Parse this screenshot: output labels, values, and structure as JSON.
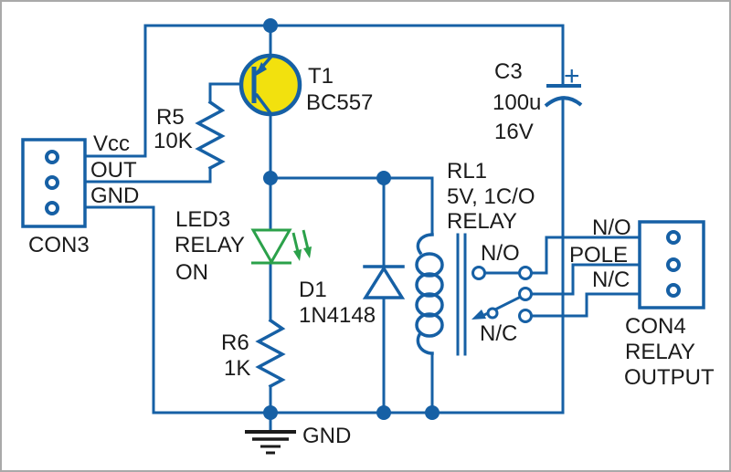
{
  "colors": {
    "wire": "#1660a5",
    "component_fill_yellow": "#f2e10e",
    "led_green": "#2ba14a",
    "text": "#1b1b1b",
    "background": "#ffffff",
    "border": "#a9a9a9"
  },
  "schematic": {
    "con3": {
      "label": "CON3",
      "pins": [
        "Vcc",
        "OUT",
        "GND"
      ]
    },
    "r5": {
      "ref": "R5",
      "value": "10K"
    },
    "t1": {
      "ref": "T1",
      "value": "BC557"
    },
    "led3": {
      "ref": "LED3",
      "caption1": "RELAY",
      "caption2": "ON"
    },
    "r6": {
      "ref": "R6",
      "value": "1K"
    },
    "d1": {
      "ref": "D1",
      "value": "1N4148"
    },
    "c3": {
      "ref": "C3",
      "value": "100u",
      "rating": "16V",
      "polarity": "+"
    },
    "rl1": {
      "ref": "RL1",
      "spec": "5V, 1C/O",
      "kind": "RELAY"
    },
    "sw": {
      "no": "N/O",
      "nc": "N/C"
    },
    "con4": {
      "wires": [
        "N/O",
        "POLE",
        "N/C"
      ],
      "label": "CON4",
      "caption1": "RELAY",
      "caption2": "OUTPUT"
    },
    "gnd": {
      "label": "GND"
    }
  }
}
